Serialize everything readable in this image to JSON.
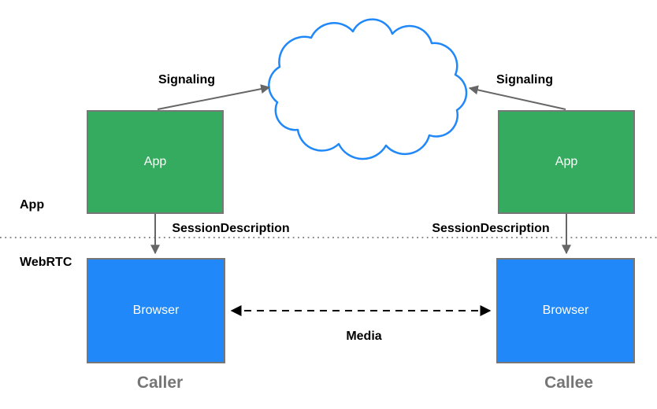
{
  "diagram": {
    "title_implicit": "WebRTC signaling architecture",
    "layers": {
      "app_label": "App",
      "webrtc_label": "WebRTC"
    },
    "nodes": {
      "caller_app_label": "App",
      "callee_app_label": "App",
      "caller_browser_label": "Browser",
      "callee_browser_label": "Browser"
    },
    "edges": {
      "signaling_left_label": "Signaling",
      "signaling_right_label": "Signaling",
      "session_description_left_label": "SessionDescription",
      "session_description_right_label": "SessionDescription",
      "media_label": "Media"
    },
    "roles": {
      "caller_label": "Caller",
      "callee_label": "Callee"
    },
    "colors": {
      "app_box_fill": "#34ab5e",
      "browser_box_fill": "#2088f8",
      "box_border": "#777777",
      "cloud_stroke": "#2088f8",
      "signaling_arrow": "#666666",
      "media_arrow": "#000000",
      "divider_dots": "#8a8a8a",
      "role_text": "#757575",
      "box_text": "#ffffff"
    }
  }
}
